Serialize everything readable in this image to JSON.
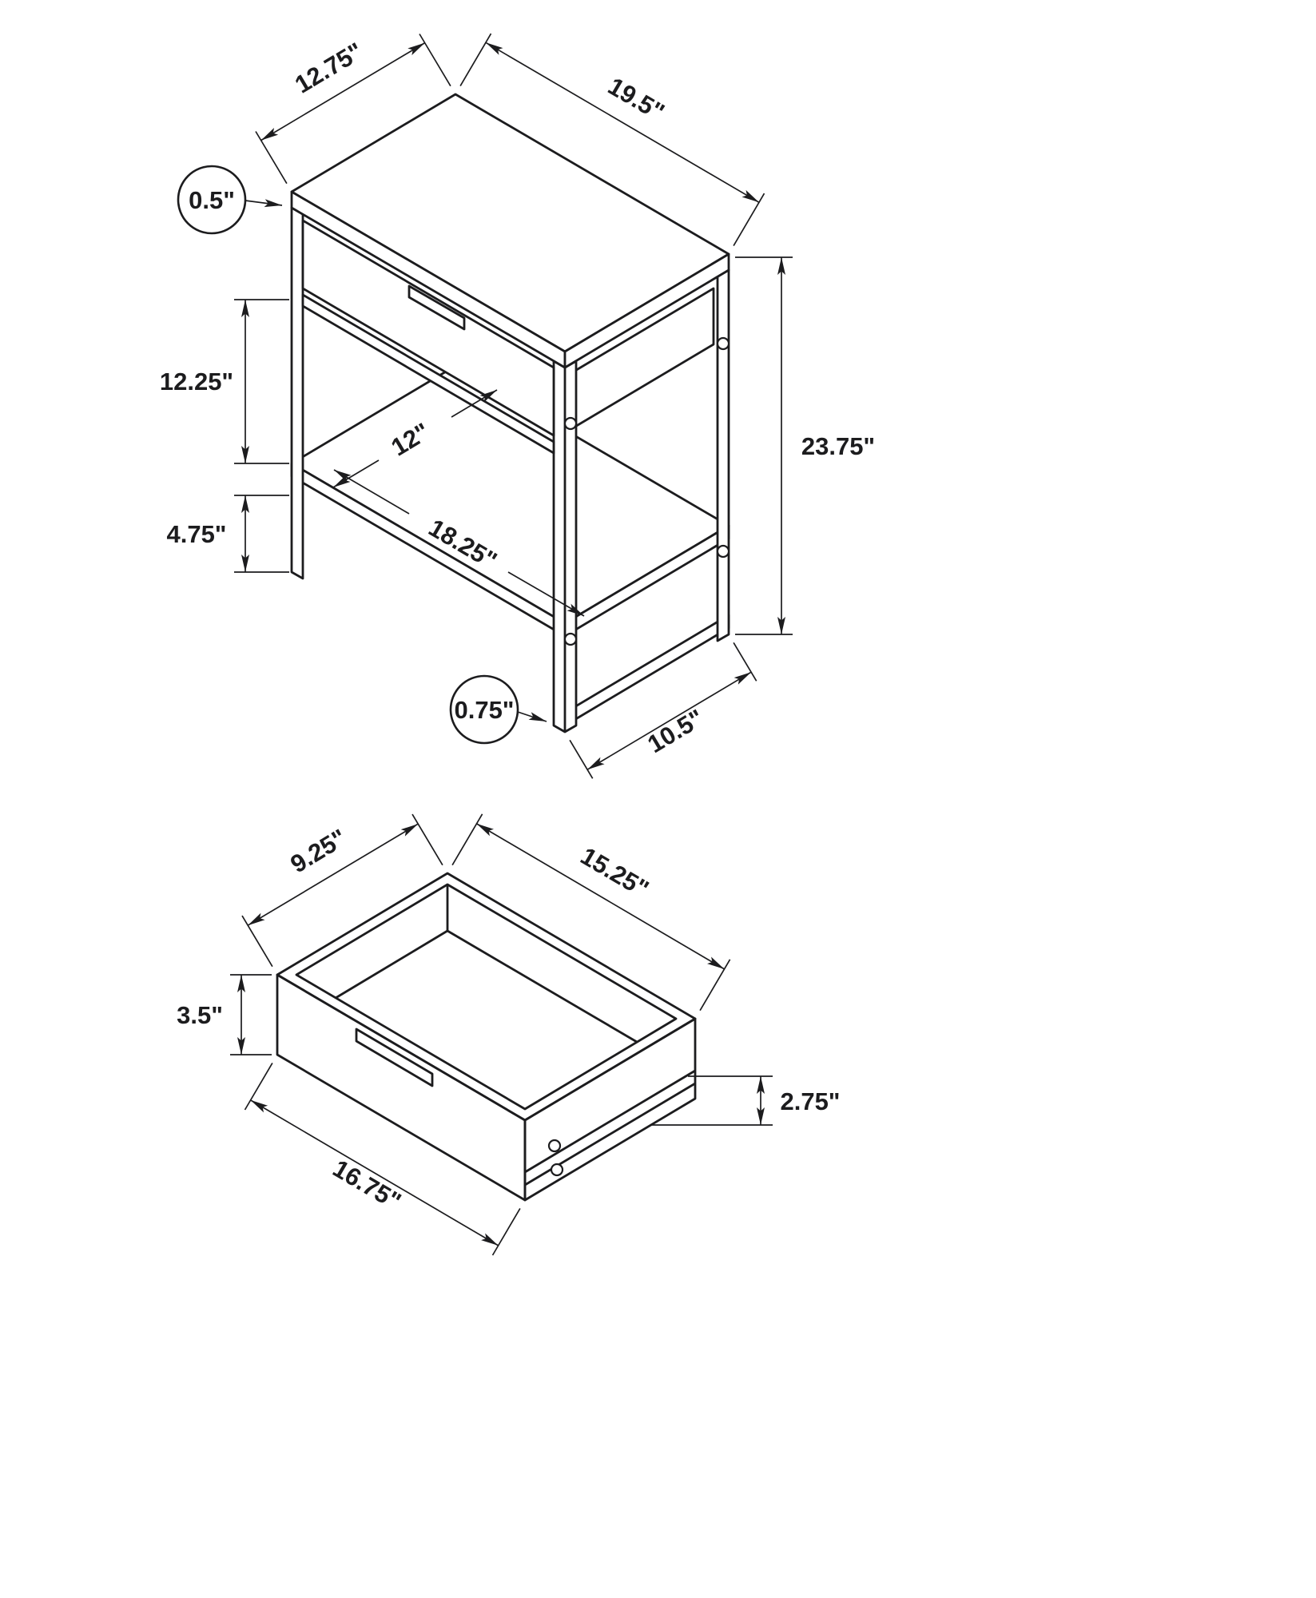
{
  "table_view": {
    "dims": {
      "top_depth": "12.75\"",
      "top_width": "19.5\"",
      "top_thickness": "0.5\"",
      "drawer_to_shelf_height": "12.25\"",
      "shelf_depth": "12\"",
      "shelf_to_floor_gap": "4.75\"",
      "shelf_width": "18.25\"",
      "overall_height": "23.75\"",
      "leg_thickness": "0.75\"",
      "base_depth": "10.5\""
    }
  },
  "drawer_view": {
    "dims": {
      "inner_depth": "9.25\"",
      "inner_width": "15.25\"",
      "front_height": "3.5\"",
      "side_height": "2.75\"",
      "outer_width": "16.75\""
    }
  }
}
